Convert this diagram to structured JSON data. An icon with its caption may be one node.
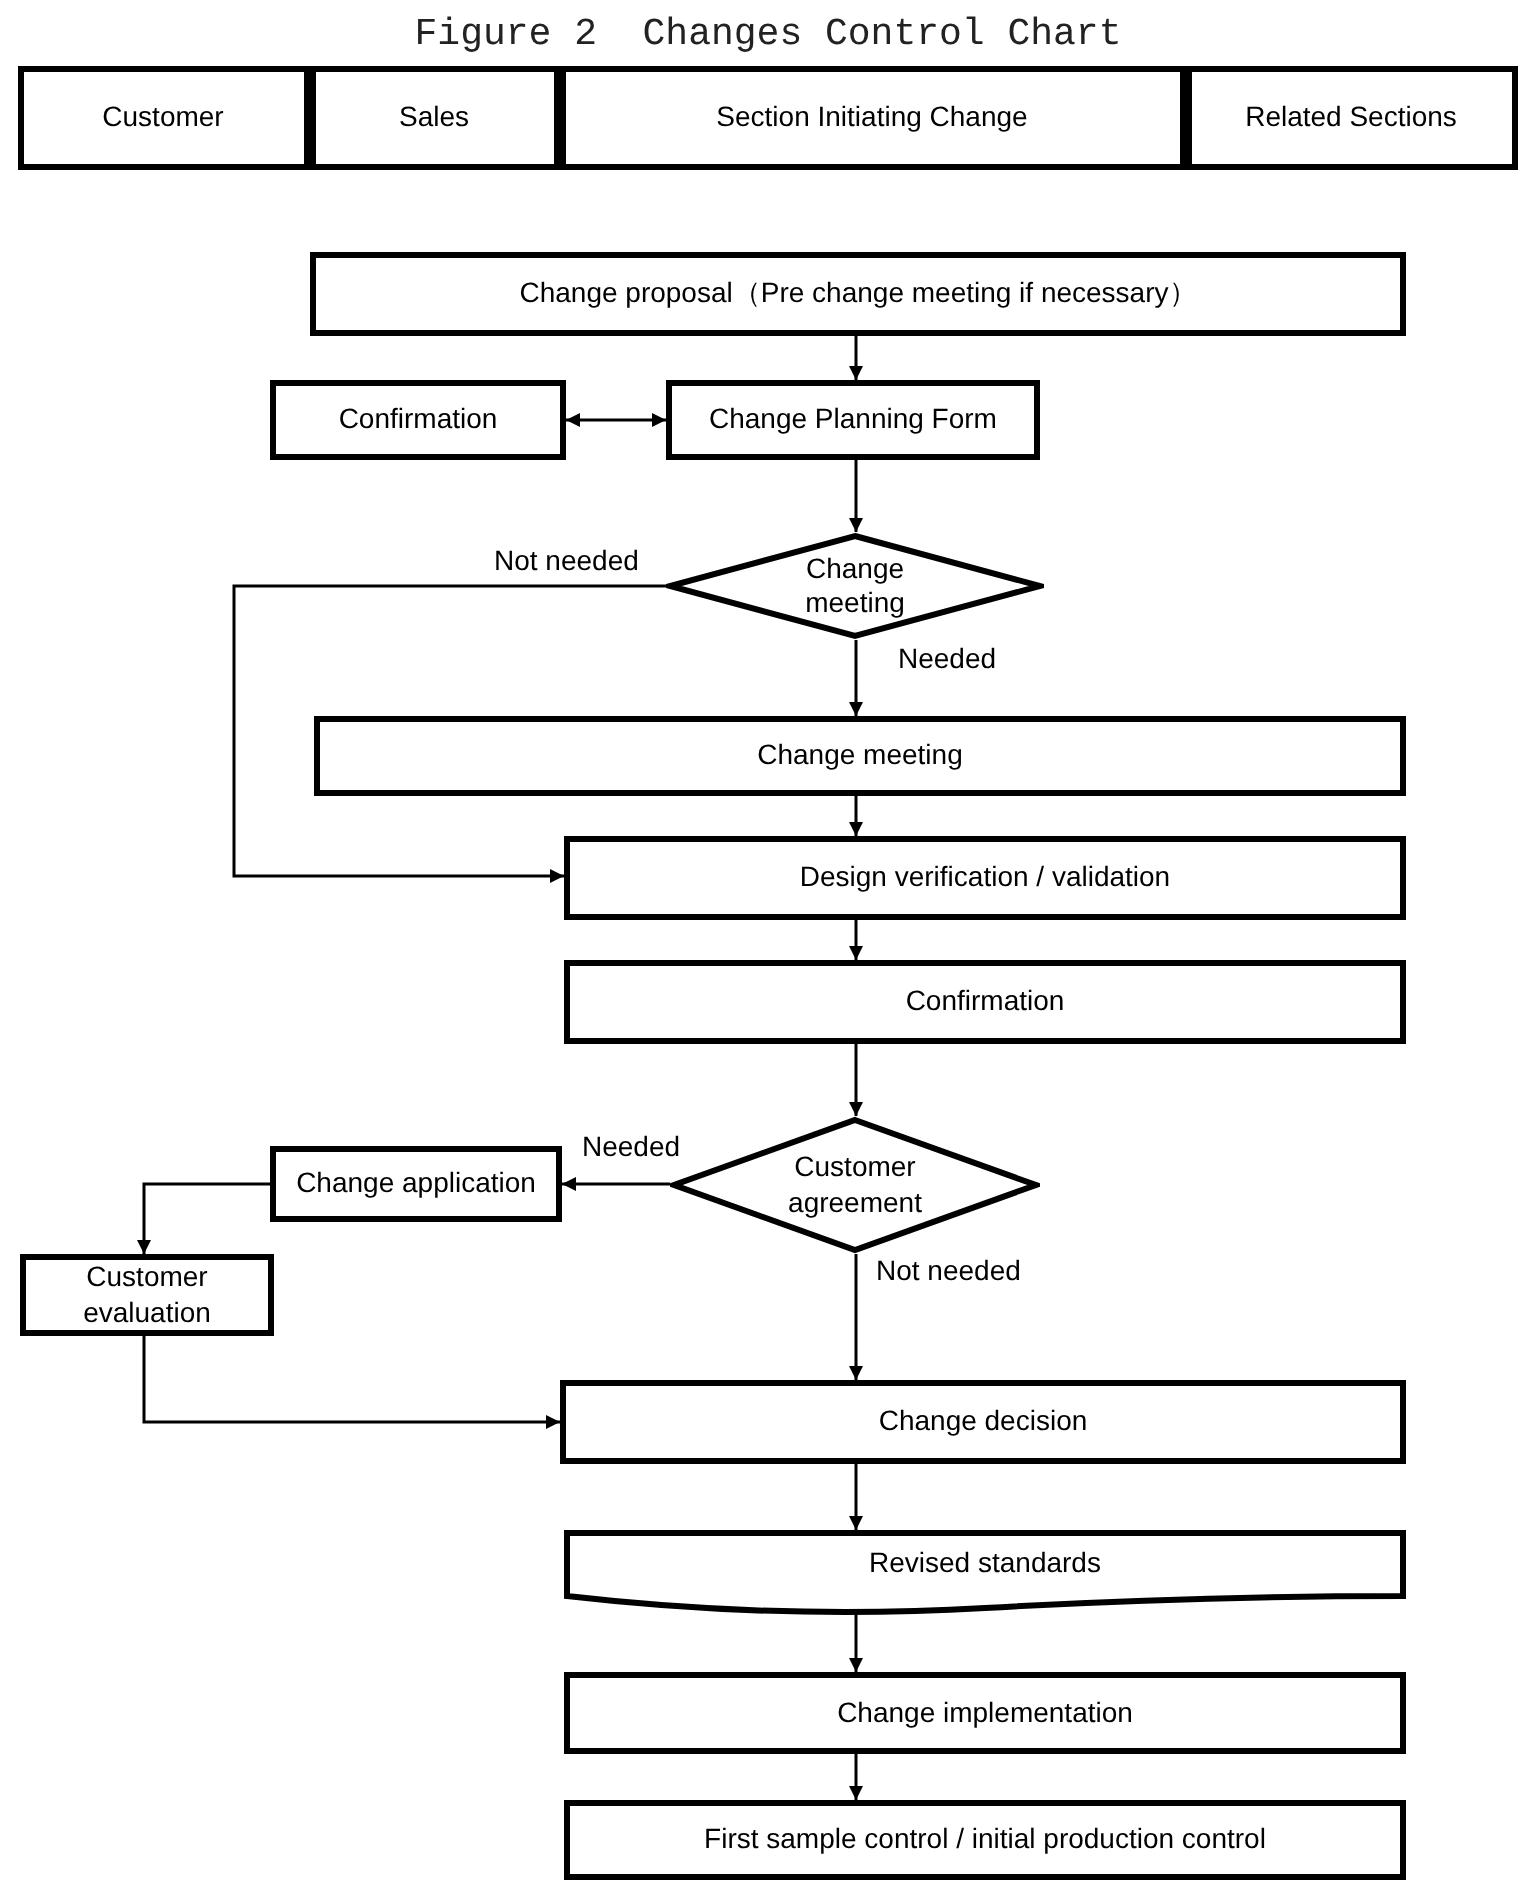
{
  "diagram": {
    "title": "Figure 2  Changes Control Chart",
    "nodes": [
      {
        "text": [
          "Customer"
        ]
      },
      {
        "text": [
          "Sales"
        ]
      },
      {
        "text": [
          "Section Initiating Change"
        ]
      },
      {
        "text": [
          "Related Sections"
        ]
      },
      {
        "text": [
          "Change proposal（Pre change meeting if necessary）"
        ]
      },
      {
        "text": [
          "Confirmation"
        ]
      },
      {
        "text": [
          "Change Planning Form"
        ]
      },
      {
        "text": [
          "Change meeting"
        ]
      },
      {
        "text": [
          "Change meeting"
        ]
      },
      {
        "text": [
          "Design verification / validation"
        ]
      },
      {
        "text": [
          "Confirmation"
        ]
      },
      {
        "text": [
          "Customer agreement"
        ]
      },
      {
        "text": [
          "Change application"
        ]
      },
      {
        "text": [
          "Customer evaluation"
        ]
      },
      {
        "text": [
          "Change decision"
        ]
      },
      {
        "text": [
          "Revised standards"
        ]
      },
      {
        "text": [
          "Change implementation"
        ]
      },
      {
        "text": [
          "First sample control / initial production control"
        ]
      }
    ],
    "edges": [
      {
        "from": 4,
        "to": 6,
        "arrow": "to"
      },
      {
        "from": 5,
        "to": 6,
        "arrow": "both"
      },
      {
        "from": 6,
        "to": 7,
        "arrow": "to"
      },
      {
        "from": 7,
        "to": 9,
        "arrow": "to",
        "label": "Not needed"
      },
      {
        "from": 7,
        "to": 8,
        "arrow": "to",
        "label": "Needed"
      },
      {
        "from": 8,
        "to": 9,
        "arrow": "to"
      },
      {
        "from": 9,
        "to": 10,
        "arrow": "to"
      },
      {
        "from": 10,
        "to": 11,
        "arrow": "to"
      },
      {
        "from": 11,
        "to": 12,
        "arrow": "to",
        "label": "Needed"
      },
      {
        "from": 12,
        "to": 13,
        "arrow": "to"
      },
      {
        "from": 13,
        "to": 14,
        "arrow": "to"
      },
      {
        "from": 11,
        "to": 14,
        "arrow": "to",
        "label": "Not needed"
      },
      {
        "from": 14,
        "to": 15,
        "arrow": "to"
      },
      {
        "from": 15,
        "to": 16,
        "arrow": "to"
      },
      {
        "from": 16,
        "to": 17,
        "arrow": "to"
      }
    ]
  }
}
